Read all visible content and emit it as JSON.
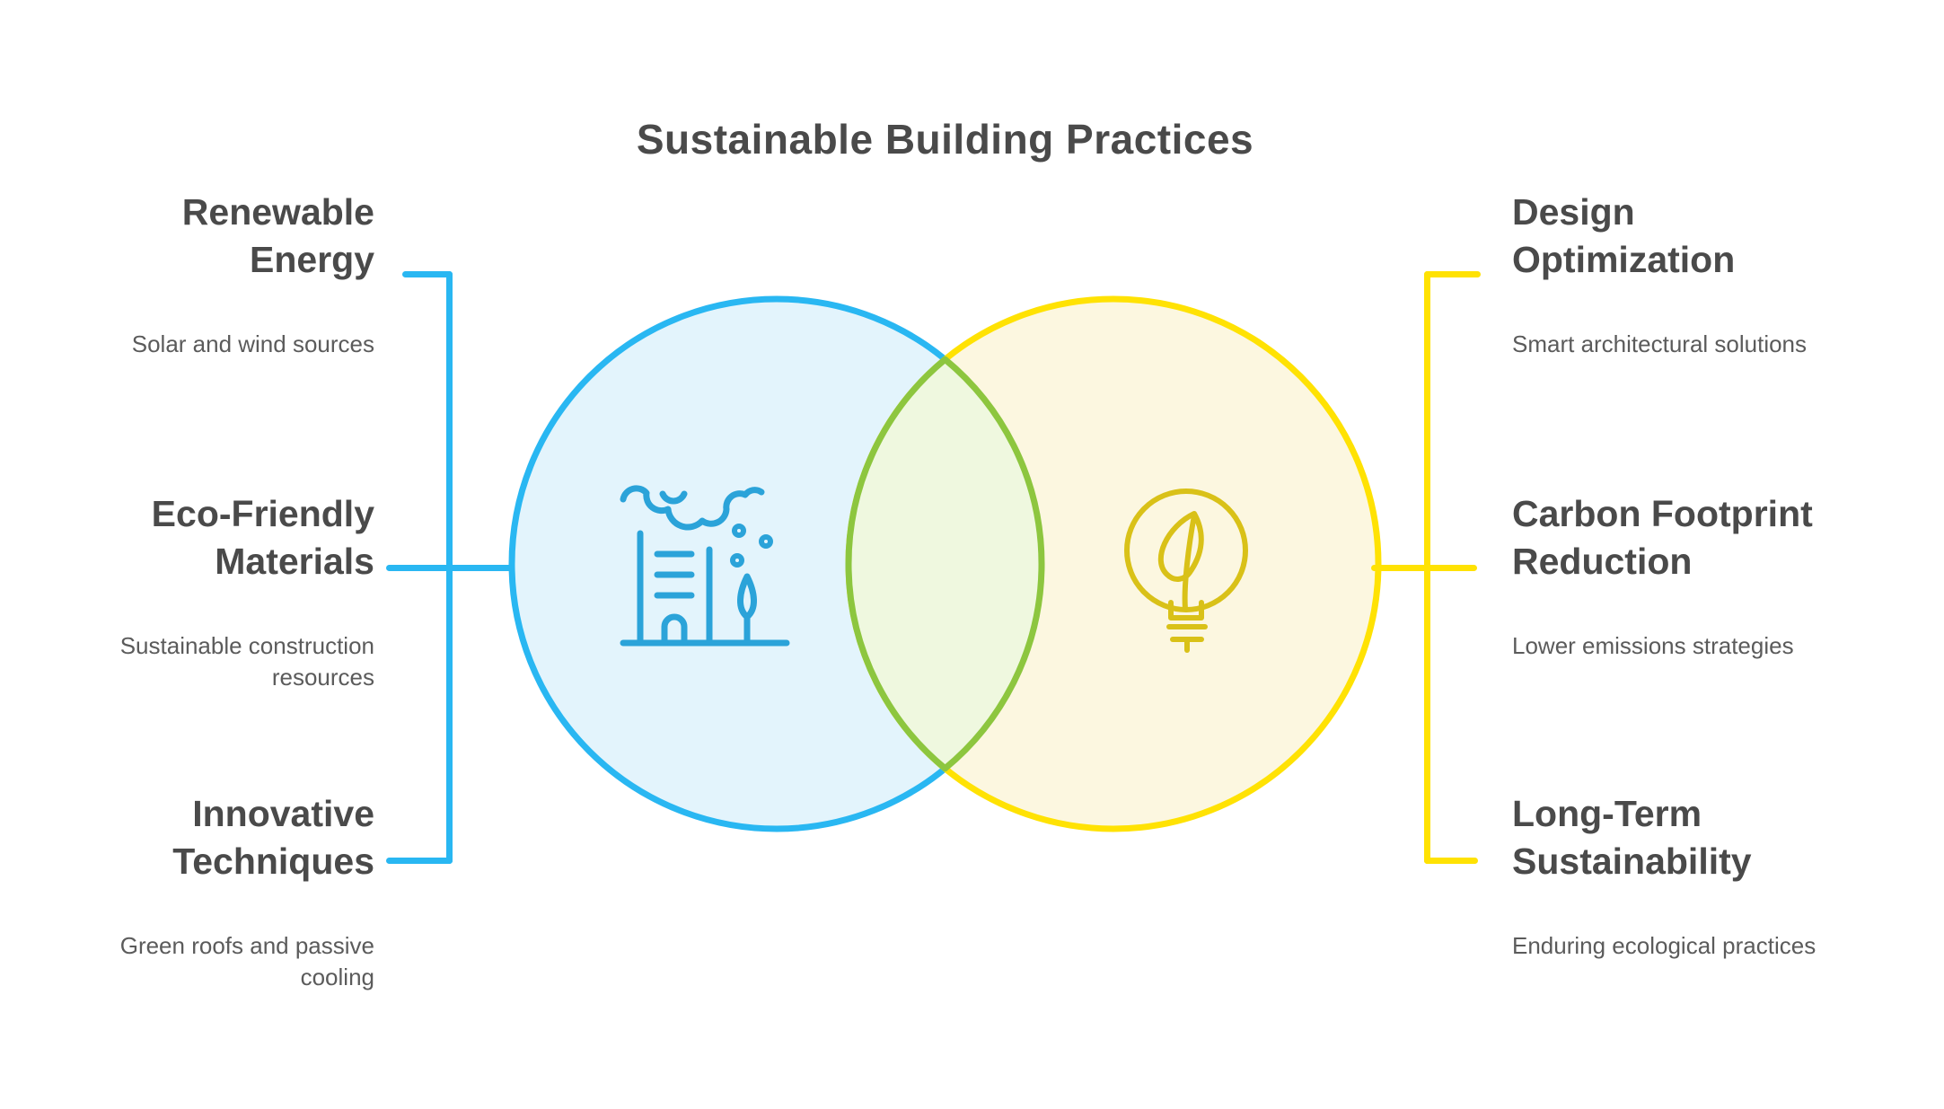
{
  "title": "Sustainable Building Practices",
  "colors": {
    "blue_stroke": "#29b7f2",
    "blue_fill": "#e3f4fc",
    "yellow_stroke": "#ffe203",
    "yellow_fill": "#fcf7e0",
    "overlap_stroke": "#8dc63f",
    "overlap_fill": "#eff8df",
    "icon_blue": "#2ba3d9",
    "icon_yellow": "#d9c118",
    "heading_text": "#4a4a4a",
    "description_text": "#5b5b5b"
  },
  "left_items": [
    {
      "heading": "Renewable\nEnergy",
      "description": "Solar and wind sources"
    },
    {
      "heading": "Eco-Friendly\nMaterials",
      "description": "Sustainable construction\nresources"
    },
    {
      "heading": "Innovative\nTechniques",
      "description": "Green roofs and passive\ncooling"
    }
  ],
  "right_items": [
    {
      "heading": "Design\nOptimization",
      "description": "Smart architectural solutions"
    },
    {
      "heading": "Carbon Footprint\nReduction",
      "description": "Lower emissions strategies"
    },
    {
      "heading": "Long-Term\nSustainability",
      "description": "Enduring ecological practices"
    }
  ],
  "icons": {
    "left_circle_icon": "eco-building-icon",
    "right_circle_icon": "leaf-lightbulb-icon"
  }
}
